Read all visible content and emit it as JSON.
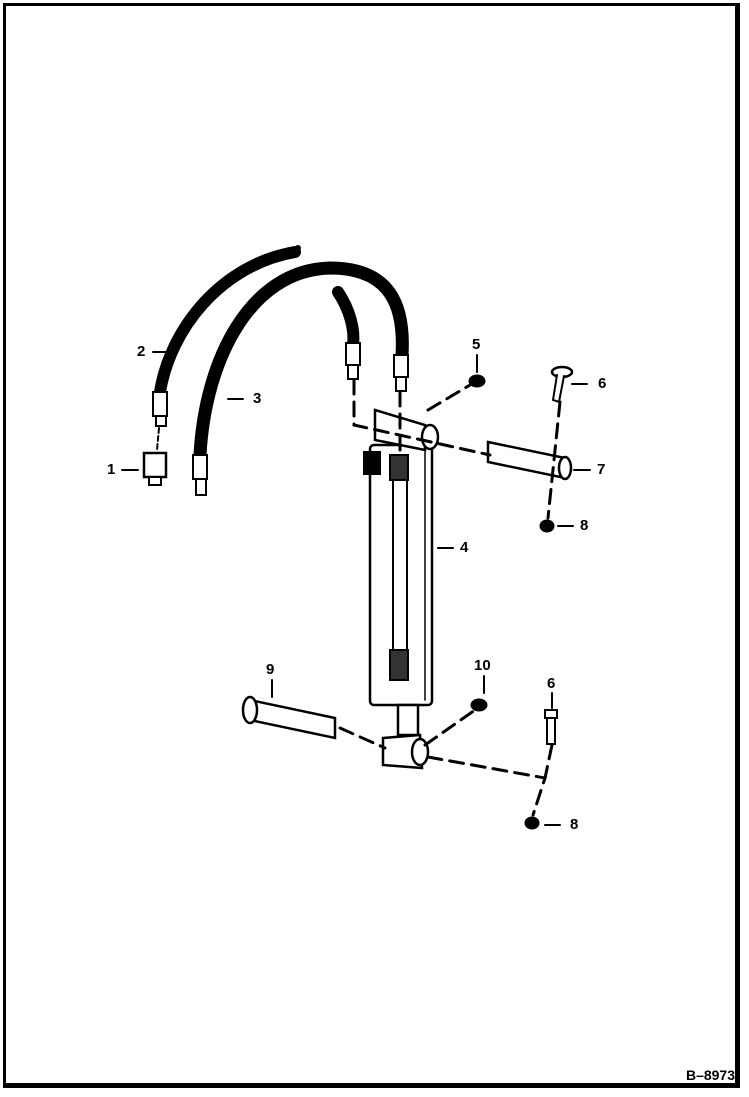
{
  "figure": {
    "id": "B–8973",
    "type": "exploded parts diagram",
    "subject": "hydraulic cylinder with hoses"
  },
  "callouts": [
    {
      "number": "1",
      "part": "fitting"
    },
    {
      "number": "2",
      "part": "hose"
    },
    {
      "number": "3",
      "part": "hose"
    },
    {
      "number": "4",
      "part": "cylinder"
    },
    {
      "number": "5",
      "part": "grease fitting"
    },
    {
      "number": "6",
      "part": "bolt (upper)"
    },
    {
      "number": "7",
      "part": "pin (upper)"
    },
    {
      "number": "8",
      "part": "nut (upper)"
    },
    {
      "number": "9",
      "part": "pin (lower)"
    },
    {
      "number": "10",
      "part": "grease fitting"
    },
    {
      "number": "6",
      "part": "bolt (lower)"
    },
    {
      "number": "8",
      "part": "nut (lower)"
    }
  ],
  "colors": {
    "ink": "#000000",
    "paper": "#ffffff"
  }
}
